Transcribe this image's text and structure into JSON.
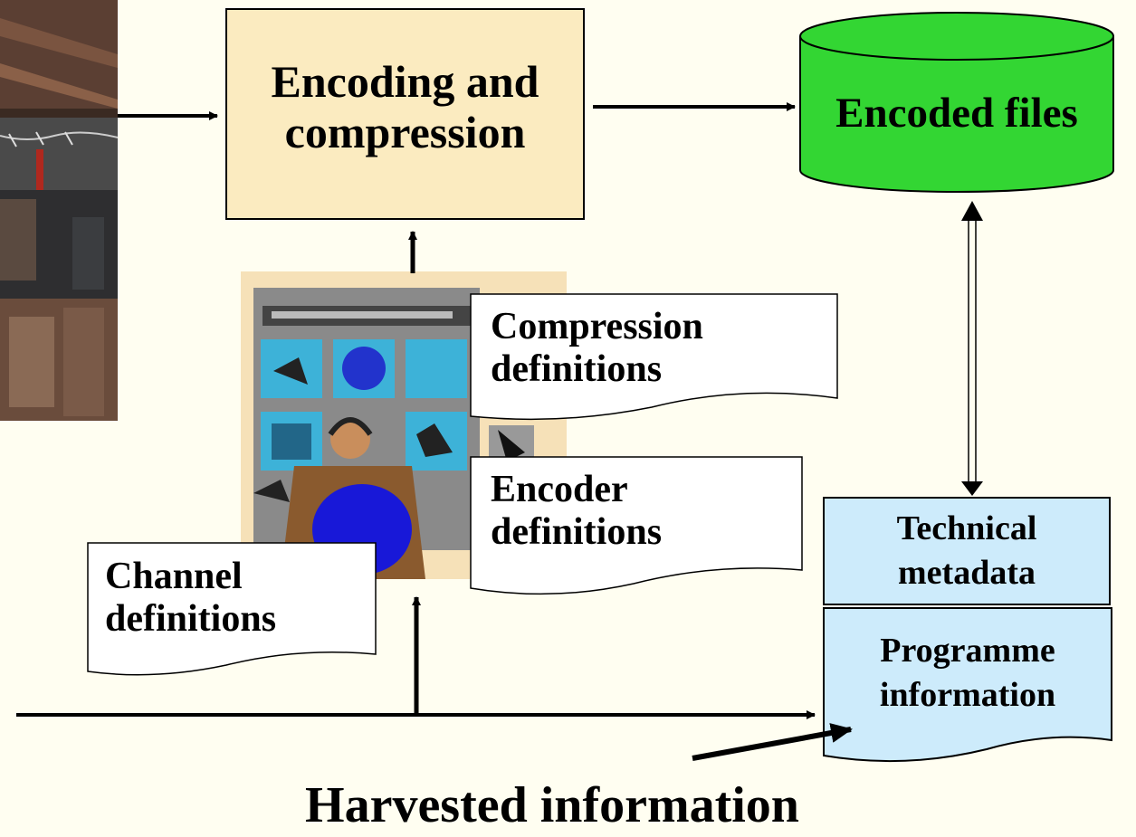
{
  "diagram": {
    "encoding_box": {
      "line1": "Encoding and",
      "line2": "compression",
      "fill": "#FBEBC0"
    },
    "encoded_files": {
      "label": "Encoded files",
      "fill": "#33D633"
    },
    "compression_doc": {
      "line1": "Compression",
      "line2": "definitions"
    },
    "encoder_doc": {
      "line1": "Encoder",
      "line2": "definitions"
    },
    "channel_doc": {
      "line1": "Channel",
      "line2": "definitions"
    },
    "technical_metadata": {
      "line1": "Technical",
      "line2": "metadata",
      "fill": "#CDEBFB"
    },
    "programme_information": {
      "line1": "Programme",
      "line2": "information",
      "fill": "#CDEBFB"
    },
    "harvested_label": "Harvested information"
  },
  "colors": {
    "background": "#FFFEF1",
    "stroke": "#000000"
  },
  "icons": {
    "photo": "building-interior-photo",
    "clipart": "operator-console-clipart"
  }
}
